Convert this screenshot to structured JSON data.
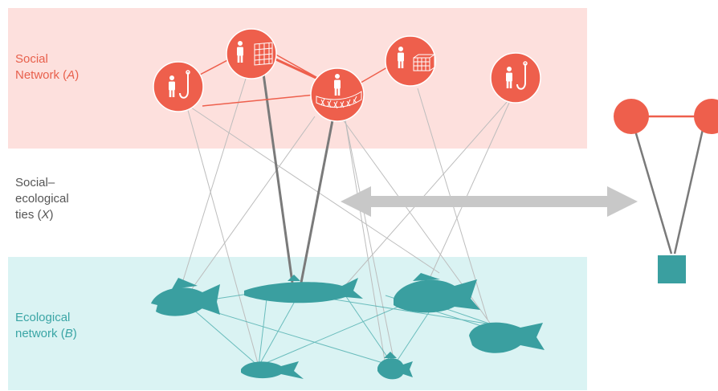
{
  "labels": {
    "social": {
      "line1": "Social",
      "line2_prefix": "Network (",
      "line2_var": "A",
      "line2_suffix": ")"
    },
    "ties": {
      "line1": "Social–",
      "line2": "ecological",
      "line3_prefix": "ties (",
      "line3_var": "X",
      "line3_suffix": ")"
    },
    "ecological": {
      "line1": "Ecological",
      "line2_prefix": "network (",
      "line2_var": "B",
      "line2_suffix": ")"
    }
  },
  "social_nodes": [
    {
      "id": "hook-fisher-1",
      "gear": "hook-icon"
    },
    {
      "id": "gillnet-fisher",
      "gear": "gillnet-icon"
    },
    {
      "id": "seine-fisher",
      "gear": "seine-net-icon"
    },
    {
      "id": "trap-fisher",
      "gear": "fish-trap-icon"
    },
    {
      "id": "hook-fisher-2",
      "gear": "hook-icon"
    }
  ],
  "species": [
    {
      "id": "snapper"
    },
    {
      "id": "barracuda"
    },
    {
      "id": "grouper"
    },
    {
      "id": "parrotfish"
    },
    {
      "id": "wrasse"
    },
    {
      "id": "damselfish"
    }
  ],
  "colors": {
    "social_band": "#fde0dd",
    "ecological_band": "#daf3f3",
    "social_node": "#ee5f4c",
    "ecological_node": "#3a9fa0",
    "strong_tie": "#7a7a7a",
    "weak_tie": "#bdbdbd",
    "arrow": "#c8c8c8"
  },
  "motif": {
    "description_nodes": [
      "social-node",
      "social-node",
      "ecological-node"
    ]
  }
}
